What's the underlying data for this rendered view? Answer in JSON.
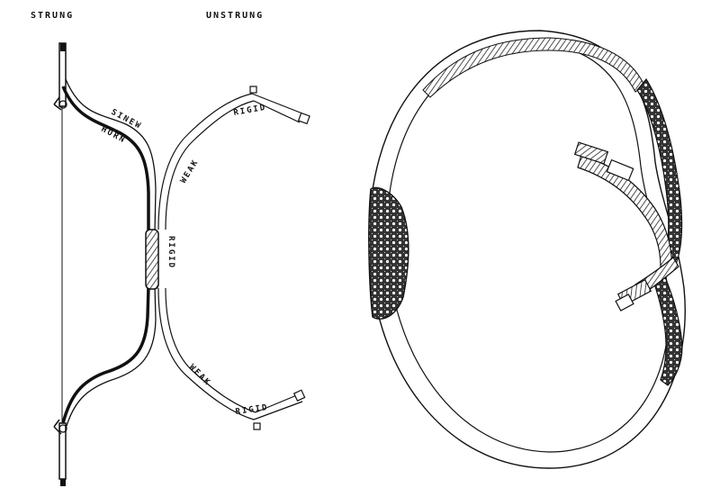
{
  "headers": {
    "strung": "STRUNG",
    "unstrung": "UNSTRUNG"
  },
  "labels": {
    "sinew": "SINEW",
    "horn": "HORN",
    "rigid_grip": "RIGID",
    "weak_upper": "WEAK",
    "weak_lower": "WEAK",
    "rigid_upper_tip": "RIGID",
    "rigid_lower_tip": "RIGID"
  },
  "colors": {
    "ink": "#111111",
    "paper": "#ffffff"
  }
}
